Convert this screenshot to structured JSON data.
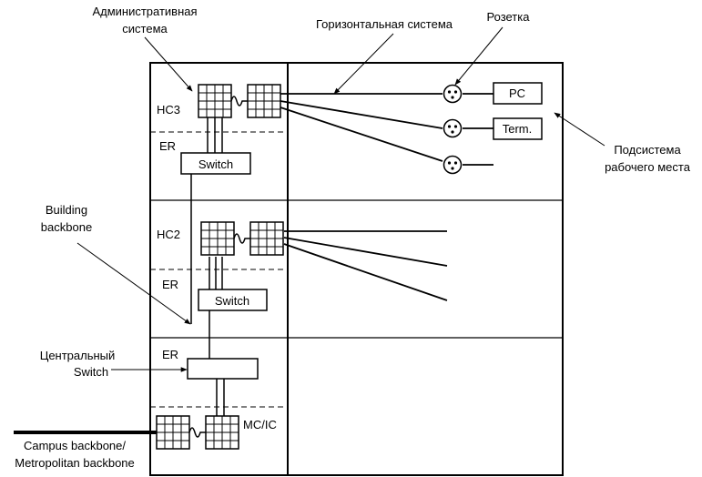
{
  "labels": {
    "admin_system": [
      "Административная",
      "система"
    ],
    "horizontal_system": "Горизонтальная система",
    "outlet": "Розетка",
    "workplace_subsystem": [
      "Подсистема",
      "рабочего места"
    ],
    "building_backbone": [
      "Building",
      "backbone"
    ],
    "central_switch": [
      "Центральный",
      "Switch"
    ],
    "campus_backbone": [
      "Campus backbone/",
      "Metropolitan backbone"
    ],
    "hc3": "HC3",
    "hc2": "HC2",
    "er_top": "ER",
    "er_mid": "ER",
    "er_bottom": "ER",
    "mc_ic": "MC/IC",
    "switch_top": "Switch",
    "switch_mid": "Switch",
    "pc": "PC",
    "term": "Term."
  },
  "colors": {
    "stroke": "#000000",
    "background": "#ffffff"
  }
}
